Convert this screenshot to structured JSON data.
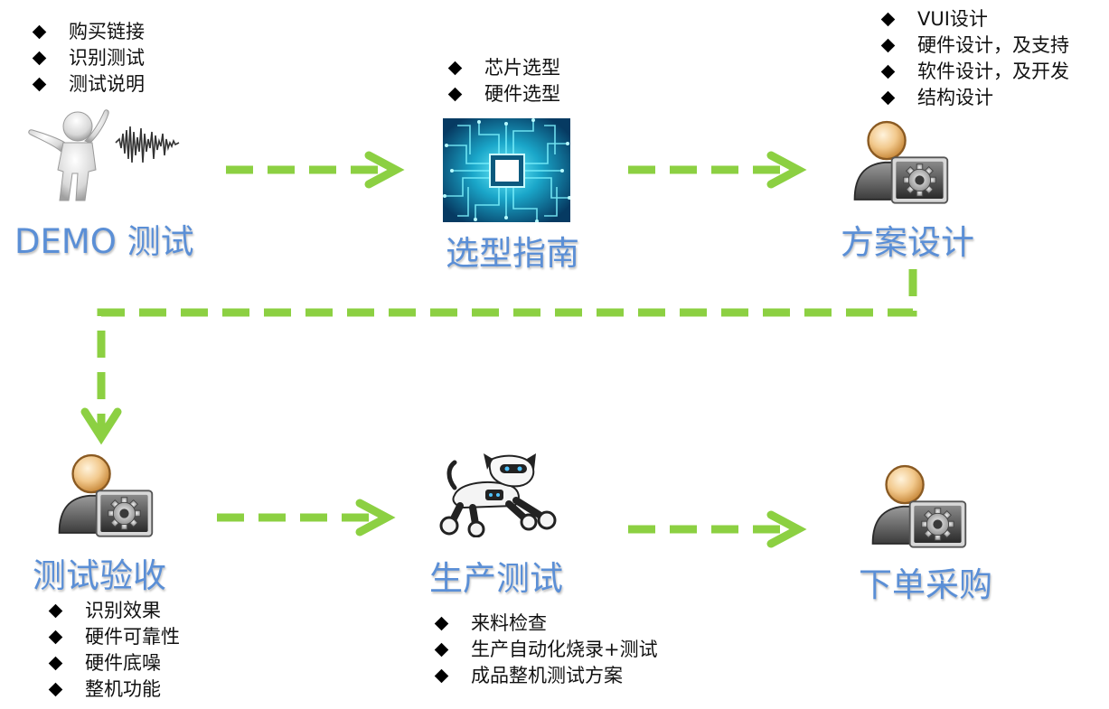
{
  "stages": [
    {
      "id": "demo",
      "title": "DEMO 测试",
      "bullets": [
        "购买链接",
        "识别测试",
        "测试说明"
      ],
      "icon": "person-with-soundwave-icon"
    },
    {
      "id": "selection",
      "title": "选型指南",
      "bullets": [
        "芯片选型",
        "硬件选型"
      ],
      "icon": "chip-circuit-icon"
    },
    {
      "id": "design",
      "title": "方案设计",
      "bullets": [
        "VUI设计",
        "硬件设计，及支持",
        "软件设计，及开发",
        "结构设计"
      ],
      "icon": "user-settings-icon"
    },
    {
      "id": "acceptance",
      "title": "测试验收",
      "bullets": [
        "识别效果",
        "硬件可靠性",
        "硬件底噪",
        "整机功能"
      ],
      "icon": "user-settings-icon"
    },
    {
      "id": "production",
      "title": "生产测试",
      "bullets": [
        "来料检查",
        "生产自动化烧录+测试",
        "成品整机测试方案"
      ],
      "icon": "robot-dog-icon"
    },
    {
      "id": "purchase",
      "title": "下单采购",
      "bullets": [],
      "icon": "user-settings-icon"
    }
  ],
  "colors": {
    "arrow": "#8cd042",
    "title": "#5b8fd6",
    "bullet_text": "#111111"
  }
}
